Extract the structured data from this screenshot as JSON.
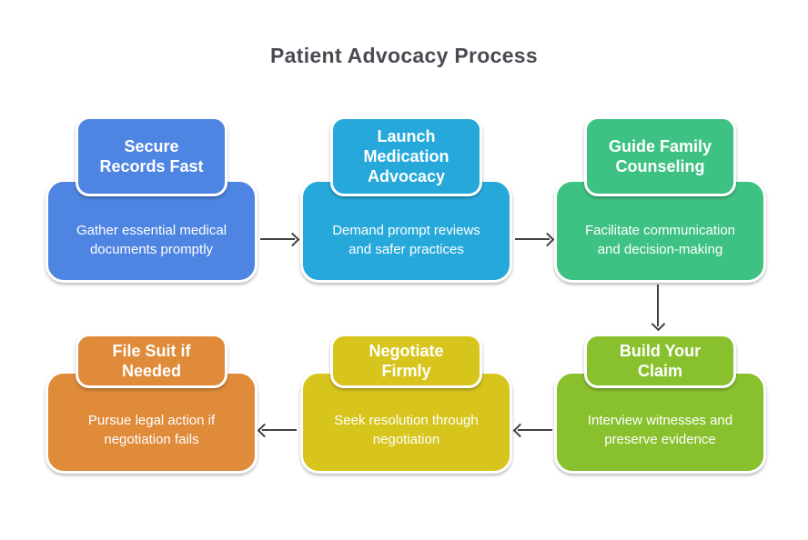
{
  "title": "Patient Advocacy Process",
  "colors": {
    "background": "#ffffff",
    "title_text": "#4a4b52",
    "step_text": "#ffffff",
    "arrow": "#404040"
  },
  "steps": [
    {
      "order": 1,
      "title": "Secure\nRecords Fast",
      "description": "Gather essential medical\ndocuments promptly",
      "color": "#4e84e2"
    },
    {
      "order": 2,
      "title": "Launch\nMedication\nAdvocacy",
      "description": "Demand prompt reviews\nand safer practices",
      "color": "#26a9da"
    },
    {
      "order": 3,
      "title": "Guide Family\nCounseling",
      "description": "Facilitate communication\nand decision-making",
      "color": "#3ec283"
    },
    {
      "order": 4,
      "title": "Build Your\nClaim",
      "description": "Interview witnesses and\npreserve evidence",
      "color": "#89c12e"
    },
    {
      "order": 5,
      "title": "Negotiate\nFirmly",
      "description": "Seek resolution through\nnegotiation",
      "color": "#d7c51d"
    },
    {
      "order": 6,
      "title": "File Suit if\nNeeded",
      "description": "Pursue legal action if\nnegotiation fails",
      "color": "#df8b3a"
    }
  ],
  "connectors": [
    {
      "from": "Secure Records Fast",
      "to": "Launch Medication Advocacy",
      "direction": "right"
    },
    {
      "from": "Launch Medication Advocacy",
      "to": "Guide Family Counseling",
      "direction": "right"
    },
    {
      "from": "Guide Family Counseling",
      "to": "Build Your Claim",
      "direction": "down"
    },
    {
      "from": "Build Your Claim",
      "to": "Negotiate Firmly",
      "direction": "left"
    },
    {
      "from": "Negotiate Firmly",
      "to": "File Suit if Needed",
      "direction": "left"
    }
  ]
}
